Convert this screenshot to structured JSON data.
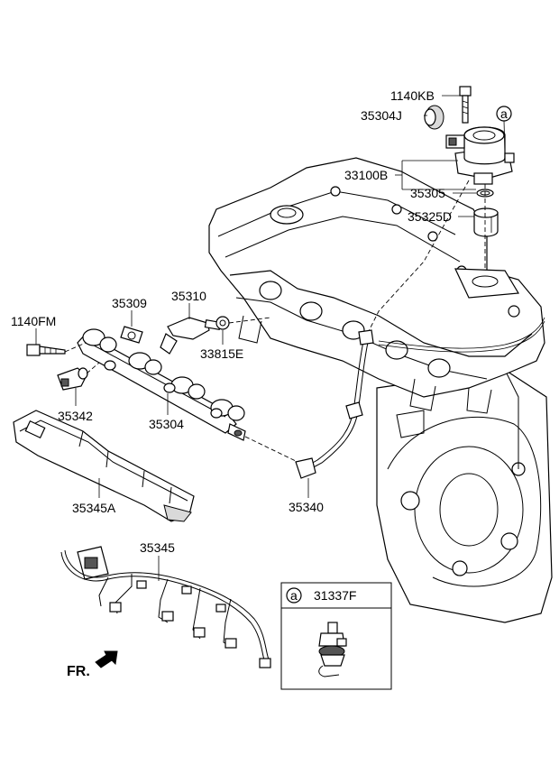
{
  "labels": {
    "p1140KB": "1140KB",
    "p35304J": "35304J",
    "p33100B": "33100B",
    "p35305": "35305",
    "p35325D": "35325D",
    "p35309": "35309",
    "p35310": "35310",
    "p1140FM": "1140FM",
    "p33815E": "33815E",
    "p35342": "35342",
    "p35304": "35304",
    "p35345A": "35345A",
    "p35340": "35340",
    "p35345": "35345",
    "p31337F": "31337F"
  },
  "callout": {
    "marker": "a"
  },
  "direction": {
    "text": "FR."
  }
}
